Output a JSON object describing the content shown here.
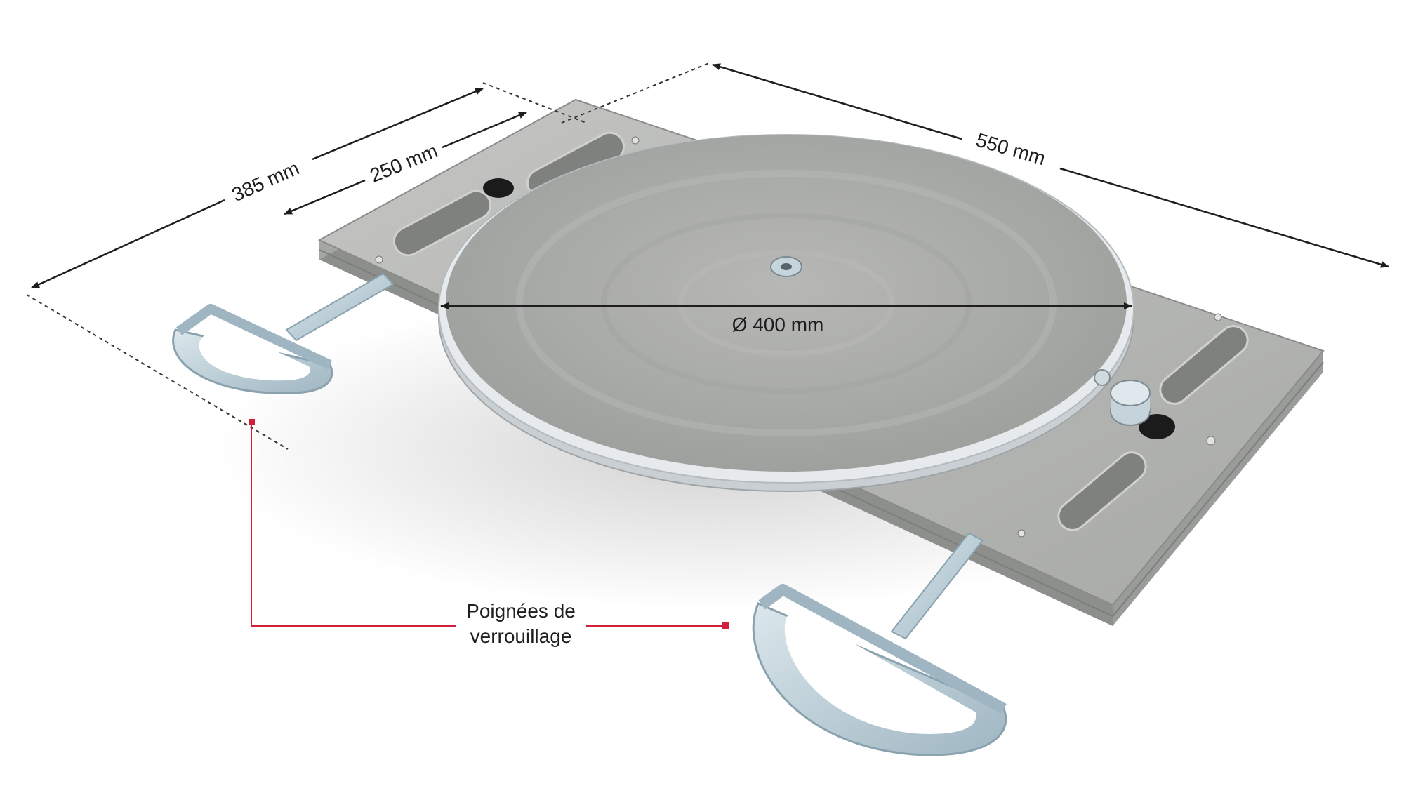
{
  "dimensions": {
    "overall_width": "385 mm",
    "slot_width": "250 mm",
    "length": "550 mm",
    "disc_diameter": "Ø 400 mm"
  },
  "callout": {
    "line1": "Poignées de",
    "line2": "verrouillage"
  },
  "colors": {
    "metal_plate": "#b9bbba",
    "metal_disc": "#aeb0ae",
    "zinc_handle": "#bcd0da",
    "callout_red": "#d2203a",
    "arrow": "#1e1e1e"
  }
}
